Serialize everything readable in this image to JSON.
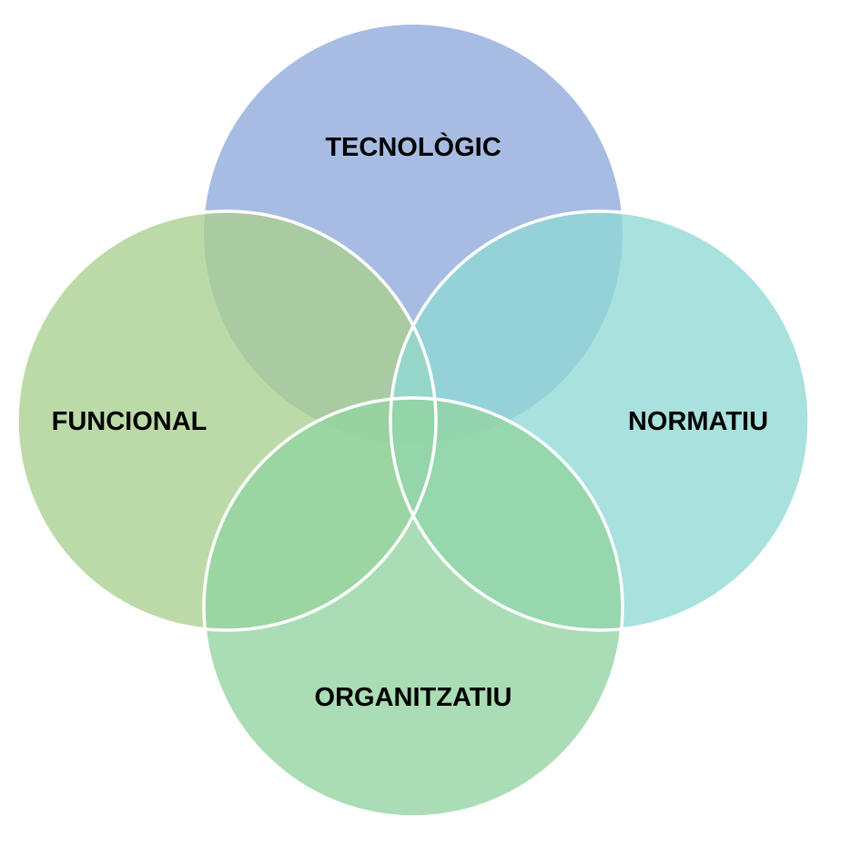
{
  "diagram": {
    "sets": [
      {
        "id": "tecnologic",
        "label": "TECNOLÒGIC",
        "color": "#8EA9DB"
      },
      {
        "id": "funcional",
        "label": "FUNCIONAL",
        "color": "#A9D08E"
      },
      {
        "id": "normatiu",
        "label": "NORMATIU",
        "color": "#8FD9D5"
      },
      {
        "id": "organitzatiu",
        "label": "ORGANITZATIU",
        "color": "#92D3A0"
      }
    ]
  }
}
